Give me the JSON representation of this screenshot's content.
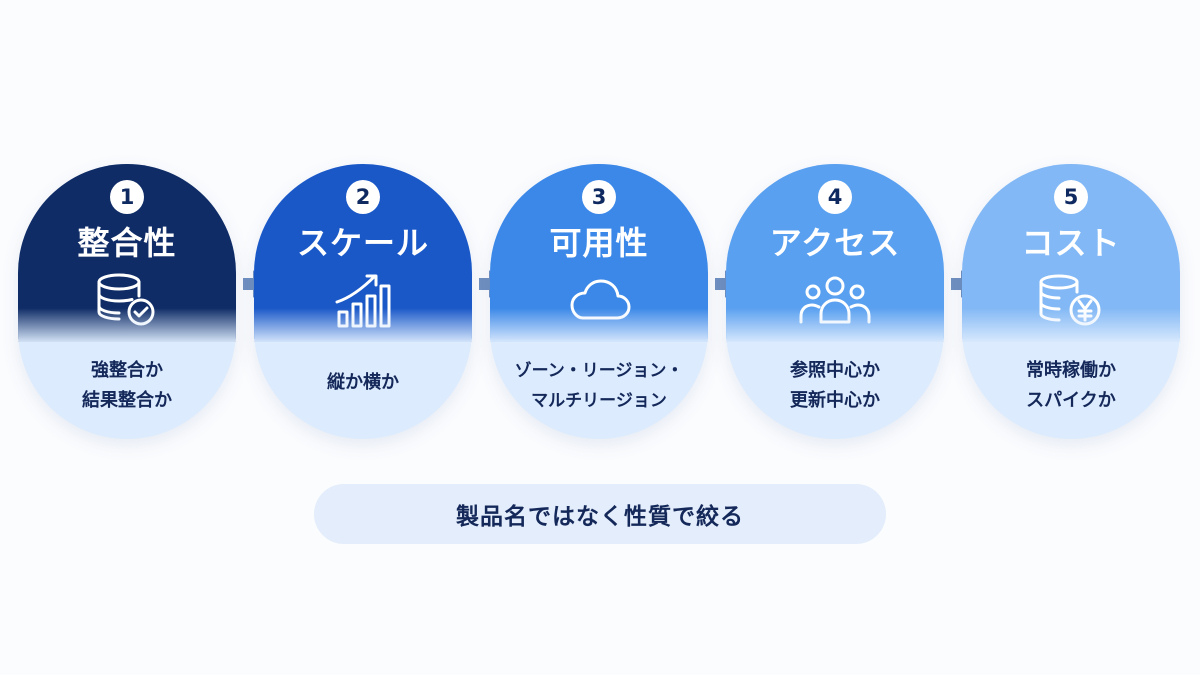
{
  "steps": [
    {
      "number": "1",
      "title": "整合性",
      "lines": [
        "強整合か",
        "結果整合か"
      ],
      "icon": "database-check-icon",
      "color": "#0f2c66"
    },
    {
      "number": "2",
      "title": "スケール",
      "lines": [
        "縦か横か"
      ],
      "icon": "growth-chart-icon",
      "color": "#1a58c8"
    },
    {
      "number": "3",
      "title": "可用性",
      "lines": [
        "ゾーン・リージョン・",
        "マルチリージョン"
      ],
      "icon": "cloud-icon",
      "color": "#3b88e8"
    },
    {
      "number": "4",
      "title": "アクセス",
      "lines": [
        "参照中心か",
        "更新中心か"
      ],
      "icon": "users-icon",
      "color": "#5aa0f0"
    },
    {
      "number": "5",
      "title": "コスト",
      "lines": [
        "常時稼働か",
        "スパイクか"
      ],
      "icon": "yen-coins-icon",
      "color": "#82b8f5"
    }
  ],
  "summary": "製品名ではなく性質で絞る",
  "arrow_color": "#6f8fc0"
}
